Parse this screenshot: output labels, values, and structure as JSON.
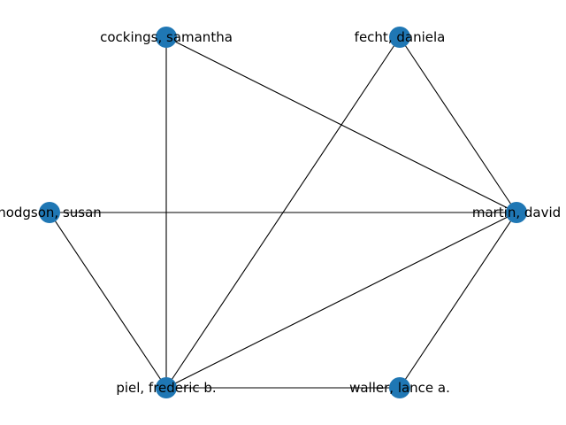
{
  "graph": {
    "node_color": "#1f77b4",
    "edge_color": "#000000",
    "nodes": [
      {
        "id": "cockings",
        "label": "cockings, samantha"
      },
      {
        "id": "fecht",
        "label": "fecht, daniela"
      },
      {
        "id": "hodgson",
        "label": "hodgson, susan"
      },
      {
        "id": "martin",
        "label": "martin, david"
      },
      {
        "id": "piel",
        "label": "piel, frederic b."
      },
      {
        "id": "waller",
        "label": "waller, lance a."
      }
    ],
    "edges": [
      [
        "cockings",
        "martin"
      ],
      [
        "cockings",
        "piel"
      ],
      [
        "fecht",
        "martin"
      ],
      [
        "fecht",
        "piel"
      ],
      [
        "hodgson",
        "martin"
      ],
      [
        "hodgson",
        "piel"
      ],
      [
        "martin",
        "piel"
      ],
      [
        "martin",
        "waller"
      ],
      [
        "piel",
        "waller"
      ]
    ]
  }
}
